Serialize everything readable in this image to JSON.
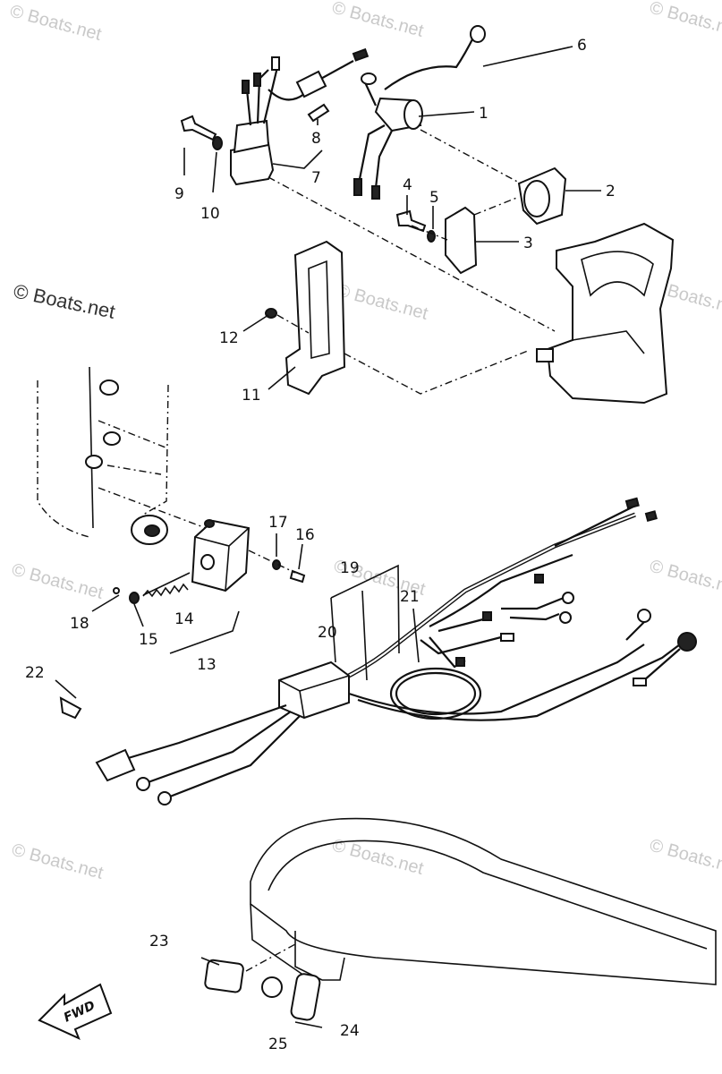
{
  "watermark": "© Boats.net",
  "watermark_side": "© Boats.net",
  "fwd_label": "FWD",
  "callouts": {
    "n1": "1",
    "n2": "2",
    "n3": "3",
    "n4": "4",
    "n5": "5",
    "n6": "6",
    "n7": "7",
    "n8": "8",
    "n9": "9",
    "n10": "10",
    "n11": "11",
    "n12": "12",
    "n13": "13",
    "n14": "14",
    "n15": "15",
    "n16": "16",
    "n17": "17",
    "n18": "18",
    "n19": "19",
    "n20": "20",
    "n21": "21",
    "n22": "22",
    "n23": "23",
    "n24": "24",
    "n25": "25"
  }
}
